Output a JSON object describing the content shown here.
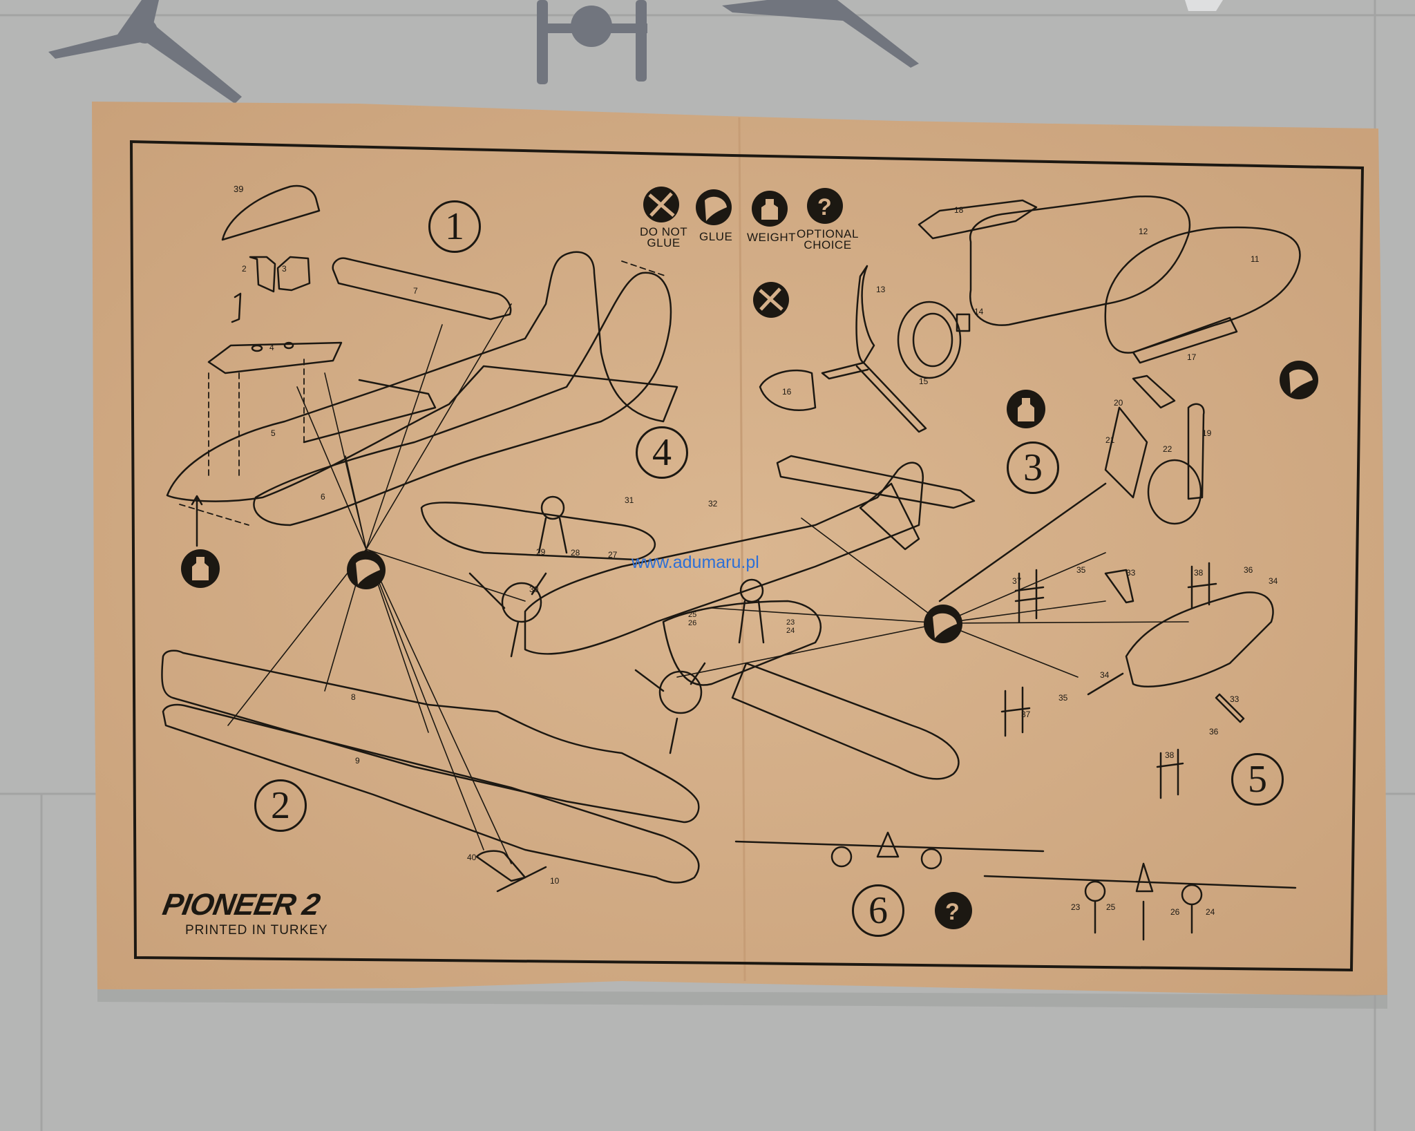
{
  "legend": {
    "do_not_glue": "DO NOT\nGLUE",
    "glue": "GLUE",
    "weight": "WEIGHT",
    "optional_choice": "OPTIONAL\nCHOICE"
  },
  "steps": [
    "1",
    "2",
    "3",
    "4",
    "5",
    "6"
  ],
  "brand": "PIONEER 2",
  "printed": "PRINTED IN TURKEY",
  "watermark": "www.adumaru.pl",
  "part_numbers": {
    "p39": "39",
    "p2": "2",
    "p3": "3",
    "p4": "4",
    "p5": "5",
    "p6": "6",
    "p7": "7",
    "p8": "8",
    "p9": "9",
    "p10": "10",
    "p40": "40",
    "p11": "11",
    "p12": "12",
    "p13": "13",
    "p14": "14",
    "p15": "15",
    "p16": "16",
    "p17": "17",
    "p18": "18",
    "p19": "19",
    "p20": "20",
    "p21": "21",
    "p22": "22",
    "p27": "27",
    "p28": "28",
    "p29": "29",
    "p30": "30",
    "p31": "31",
    "p32": "32",
    "p2324": "23\n24",
    "p2526": "25\n26",
    "p33": "33",
    "p34": "34",
    "p35": "35",
    "p36": "36",
    "p37": "37",
    "p38": "38",
    "p23b": "23",
    "p25b": "25",
    "p26b": "26",
    "p24b": "24"
  },
  "colors": {
    "paper": "#d5b08a",
    "ink": "#1c1812",
    "concrete": "#b3b4b3",
    "plastic": "#71757e",
    "watermark": "#2d6fd6"
  }
}
